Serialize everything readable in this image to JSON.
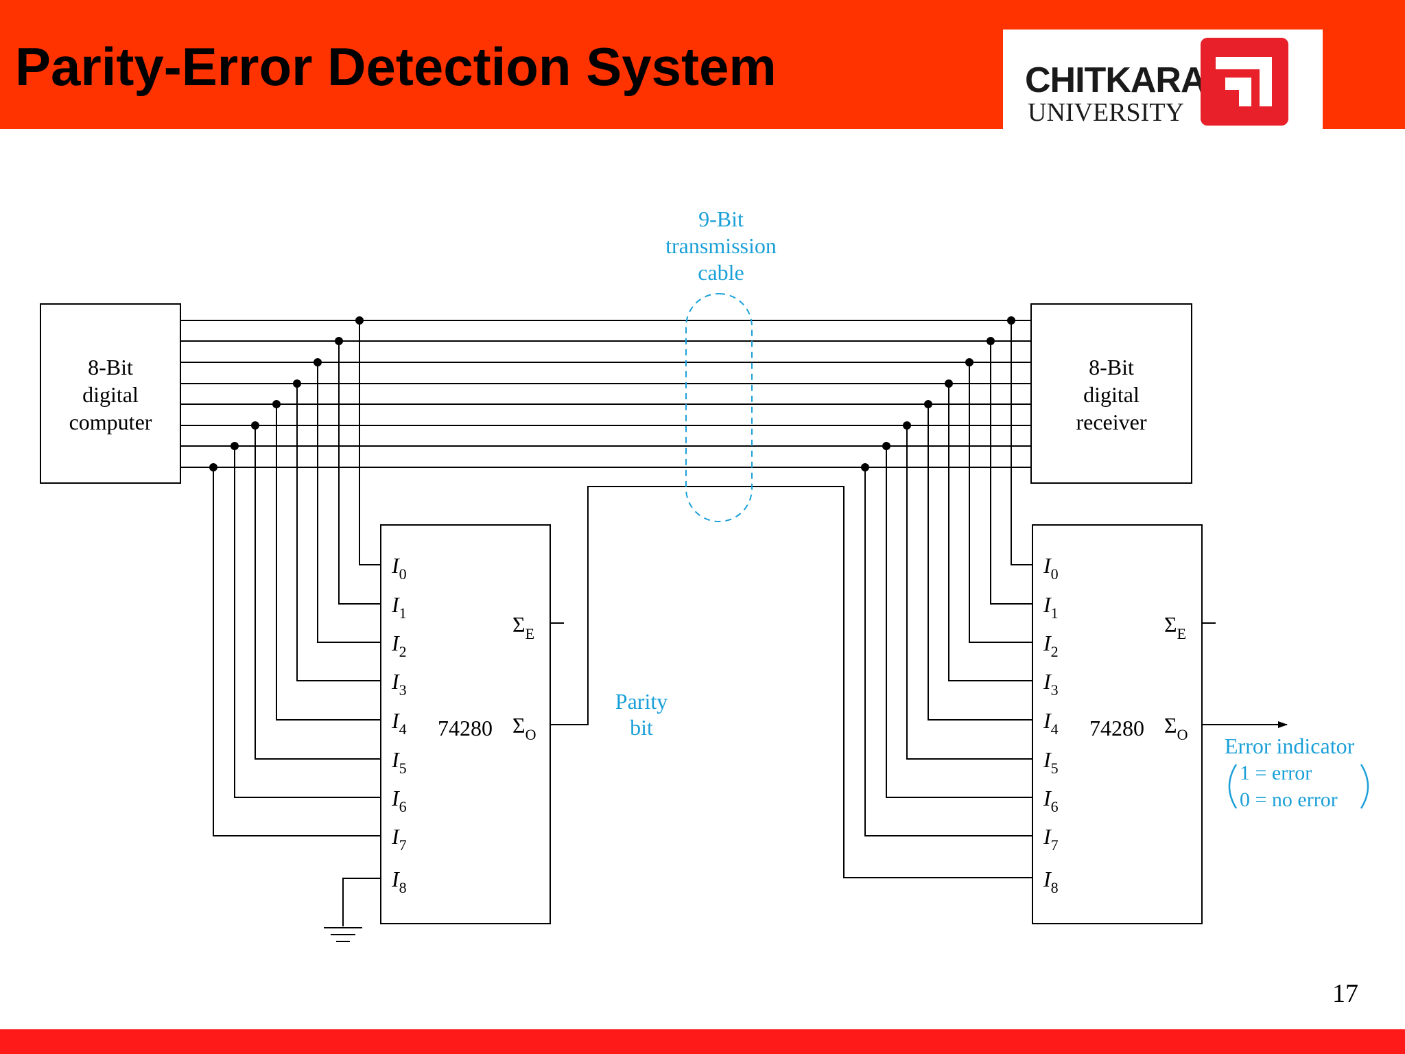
{
  "slide": {
    "title": "Parity-Error Detection System",
    "page_number": "17",
    "accent_color": "#ff3300",
    "footer_color": "#ff1a1a"
  },
  "logo": {
    "word": "CHITKARA",
    "sub": "UNIVERSITY",
    "emblem_color": "#e8202a"
  },
  "diagram": {
    "cable_label": [
      "9-Bit",
      "transmission",
      "cable"
    ],
    "computer_label": [
      "8-Bit",
      "digital",
      "computer"
    ],
    "receiver_label": [
      "8-Bit",
      "digital",
      "receiver"
    ],
    "chip_left": {
      "name": "74280",
      "inputs": [
        "I",
        "I",
        "I",
        "I",
        "I",
        "I",
        "I",
        "I",
        "I"
      ],
      "input_subs": [
        "0",
        "1",
        "2",
        "3",
        "4",
        "5",
        "6",
        "7",
        "8"
      ],
      "out_even": "Σ",
      "out_even_sub": "E",
      "out_odd": "Σ",
      "out_odd_sub": "O"
    },
    "chip_right": {
      "name": "74280",
      "inputs": [
        "I",
        "I",
        "I",
        "I",
        "I",
        "I",
        "I",
        "I",
        "I"
      ],
      "input_subs": [
        "0",
        "1",
        "2",
        "3",
        "4",
        "5",
        "6",
        "7",
        "8"
      ],
      "out_even": "Σ",
      "out_even_sub": "E",
      "out_odd": "Σ",
      "out_odd_sub": "O"
    },
    "parity_label": [
      "Parity",
      "bit"
    ],
    "error_label": "Error indicator",
    "error_lines": [
      "1 = error",
      "0 = no error"
    ],
    "blue_color": "#1aa0d8"
  }
}
